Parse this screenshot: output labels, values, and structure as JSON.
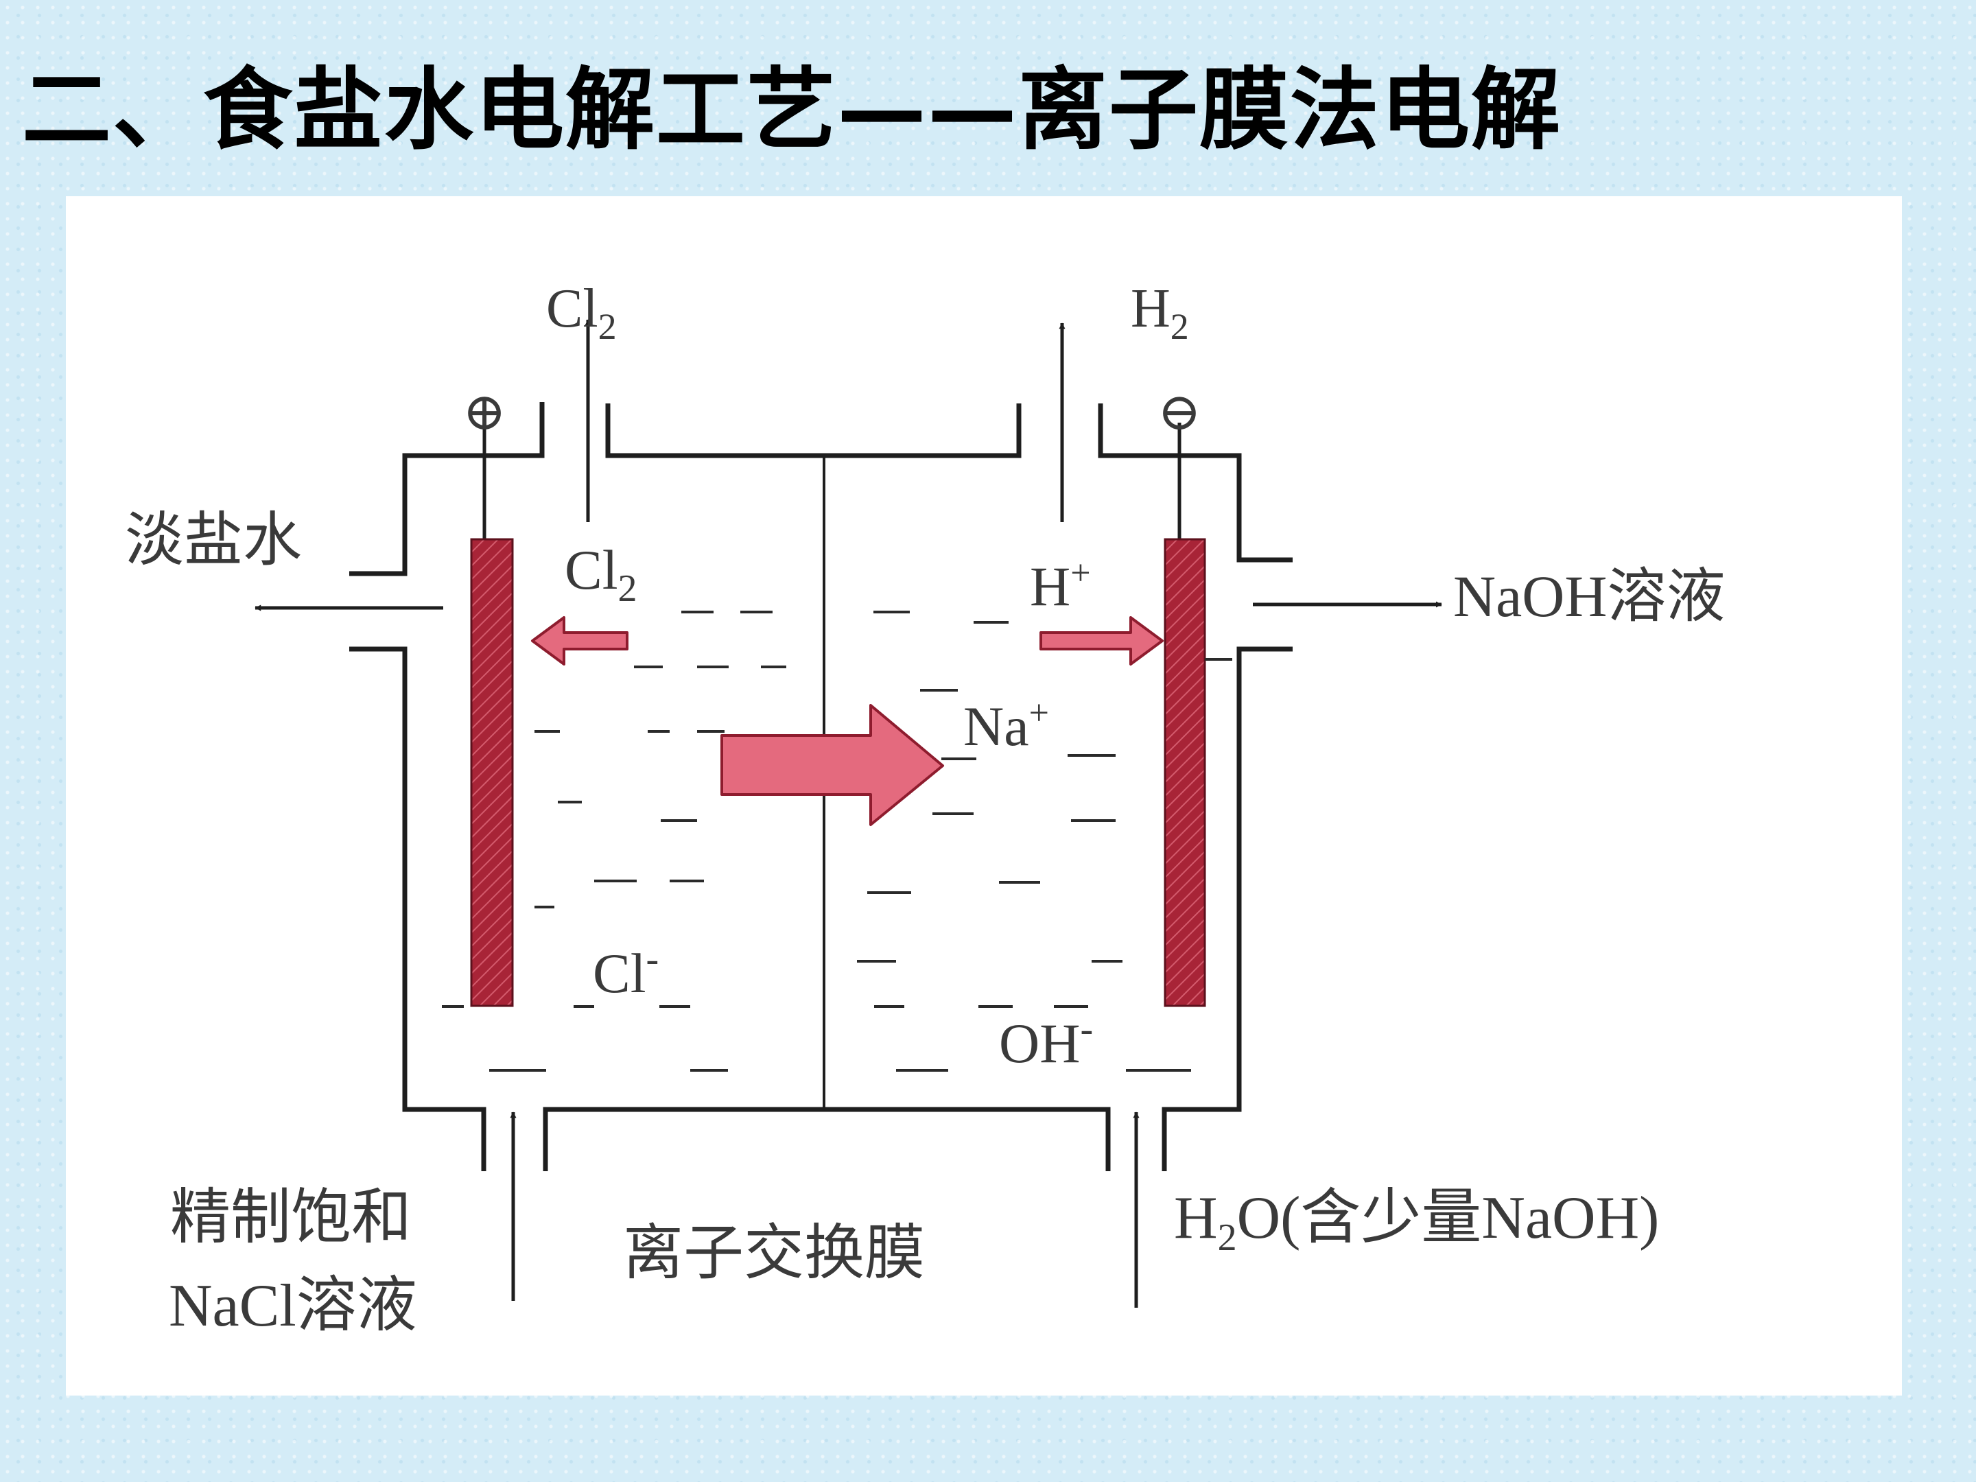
{
  "title": "二、食盐水电解工艺——离子膜法电解",
  "diagram": {
    "gas_anode": "Cl",
    "gas_anode_sub": "2",
    "gas_cathode": "H",
    "gas_cathode_sub": "2",
    "anode_sign": "⊕",
    "cathode_sign": "⊖",
    "outlet_left": "淡盐水",
    "outlet_right": "NaOH溶液",
    "ion_cl2": "Cl",
    "ion_cl2_sub": "2",
    "ion_h": "H",
    "ion_h_sup": "+",
    "ion_na": "Na",
    "ion_na_sup": "+",
    "ion_cl": "Cl",
    "ion_cl_sup": "-",
    "ion_oh": "OH",
    "ion_oh_sup": "-",
    "inlet_left_line1": "精制饱和",
    "inlet_left_line2": "NaCl溶液",
    "membrane_label": "离子交换膜",
    "inlet_right_pre": "H",
    "inlet_right_sub": "2",
    "inlet_right_post": "O(含少量NaOH)",
    "colors": {
      "electrode": "#a82437",
      "arrow_fill": "#e46a7e",
      "arrow_stroke": "#8e1c2e",
      "line": "#1e1e1e"
    }
  }
}
